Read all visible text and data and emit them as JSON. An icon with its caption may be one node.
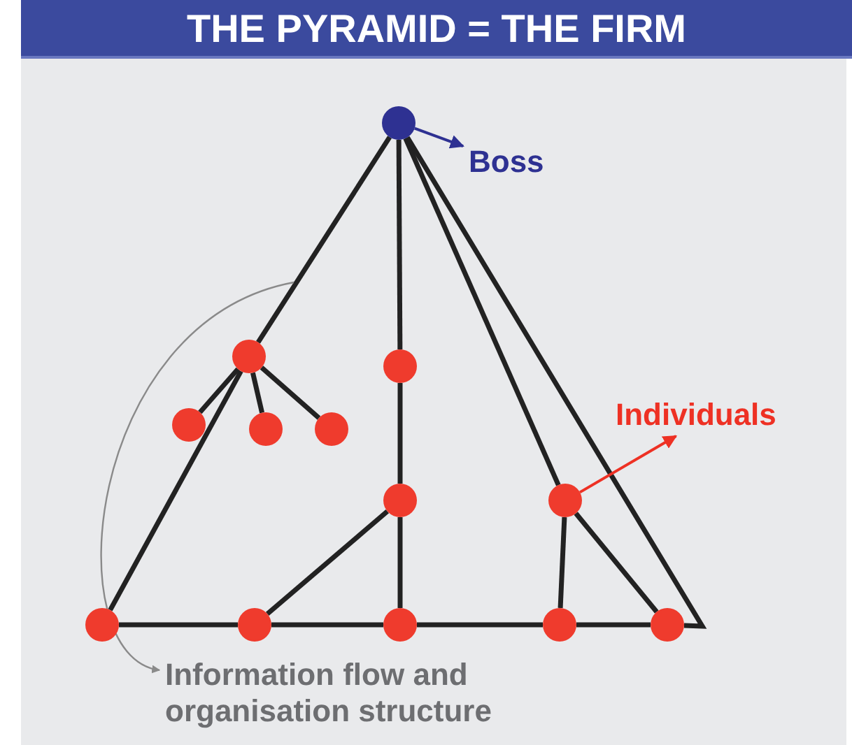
{
  "diagram": {
    "title": "THE PYRAMID = THE FIRM",
    "nodes": [
      {
        "text": [],
        "shape": "circle"
      },
      {
        "text": [
          "Boss"
        ]
      },
      {
        "text": [],
        "shape": "circle"
      },
      {
        "text": [],
        "shape": "circle"
      },
      {
        "text": [
          "Individuals"
        ]
      },
      {
        "text": [],
        "shape": "circle"
      },
      {
        "text": [],
        "shape": "circle"
      },
      {
        "text": [],
        "shape": "circle"
      },
      {
        "text": [],
        "shape": "circle"
      },
      {
        "text": [],
        "shape": "circle"
      },
      {
        "text": [],
        "shape": "circle"
      },
      {
        "text": [],
        "shape": "circle"
      },
      {
        "text": [],
        "shape": "circle"
      },
      {
        "text": [],
        "shape": "circle"
      },
      {
        "text": [],
        "shape": "circle"
      },
      {
        "text": [
          "Information flow and organisation structure"
        ]
      }
    ],
    "edges": [
      {
        "from": 0,
        "to": 1,
        "arrow": "to",
        "color": "#2e3192"
      },
      {
        "from": 0,
        "to": 2,
        "arrow": "none"
      },
      {
        "from": 2,
        "to": 10,
        "arrow": "none"
      },
      {
        "from": 2,
        "to": 5,
        "arrow": "none"
      },
      {
        "from": 2,
        "to": 6,
        "arrow": "none"
      },
      {
        "from": 2,
        "to": 7,
        "arrow": "none"
      },
      {
        "from": 0,
        "to": 3,
        "arrow": "none"
      },
      {
        "from": 3,
        "to": 8,
        "arrow": "none"
      },
      {
        "from": 8,
        "to": 12,
        "arrow": "none"
      },
      {
        "from": 8,
        "to": 11,
        "arrow": "none"
      },
      {
        "from": 0,
        "to": 9,
        "arrow": "none"
      },
      {
        "from": 9,
        "to": 13,
        "arrow": "none"
      },
      {
        "from": 9,
        "to": 14,
        "arrow": "none"
      },
      {
        "from": 0,
        "to": 14,
        "arrow": "none"
      },
      {
        "from": 10,
        "to": 11,
        "arrow": "none"
      },
      {
        "from": 11,
        "to": 12,
        "arrow": "none"
      },
      {
        "from": 12,
        "to": 13,
        "arrow": "none"
      },
      {
        "from": 13,
        "to": 14,
        "arrow": "none"
      },
      {
        "from": 9,
        "to": 4,
        "arrow": "to",
        "color": "#ee3124"
      },
      {
        "from": null,
        "to": 15,
        "arrow": "to",
        "color": "#8a8a8a"
      }
    ]
  }
}
